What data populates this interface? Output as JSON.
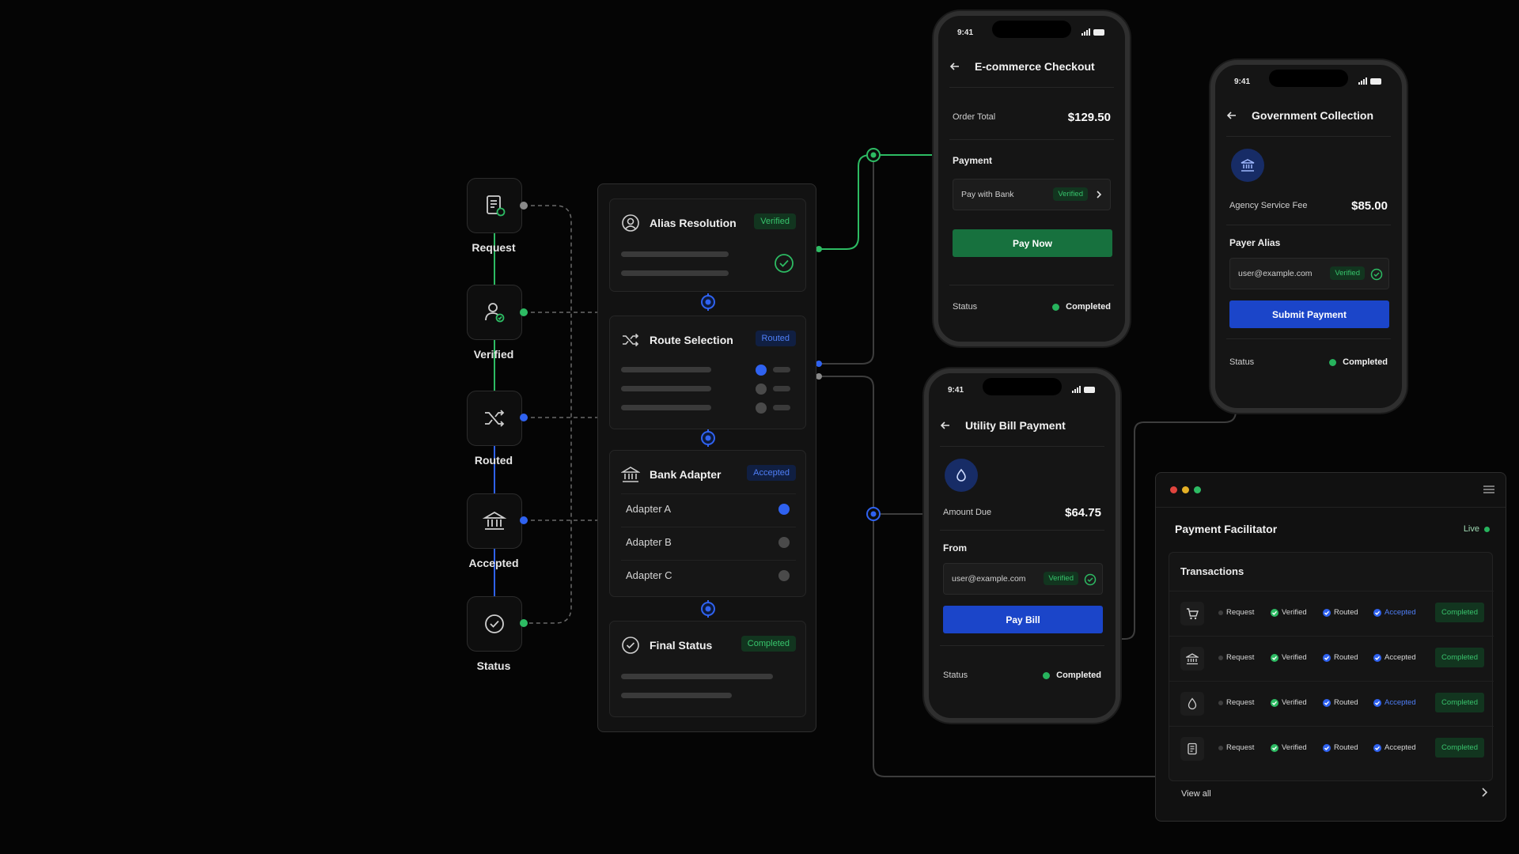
{
  "steps": [
    {
      "label": "Request",
      "icon": "document-icon",
      "dot": "#8a8a8a"
    },
    {
      "label": "Verified",
      "icon": "user-check-icon",
      "dot": "#2dbb63"
    },
    {
      "label": "Routed",
      "icon": "shuffle-icon",
      "dot": "#2f62f0"
    },
    {
      "label": "Accepted",
      "icon": "bank-icon",
      "dot": "#2f62f0"
    },
    {
      "label": "Status",
      "icon": "check-circle-icon",
      "dot": "#2dbb63"
    }
  ],
  "pipeline": {
    "alias": {
      "title": "Alias Resolution",
      "badge": "Verified"
    },
    "route": {
      "title": "Route Selection",
      "badge": "Routed"
    },
    "adapter": {
      "title": "Bank Adapter",
      "badge": "Accepted",
      "rows": [
        "Adapter A",
        "Adapter B",
        "Adapter C"
      ]
    },
    "final": {
      "title": "Final Status",
      "badge": "Completed"
    }
  },
  "ecommerce": {
    "time": "9:41",
    "title": "E-commerce Checkout",
    "order_label": "Order Total",
    "order_amount": "$129.50",
    "payment_label": "Payment",
    "method": "Pay with Bank",
    "method_badge": "Verified",
    "button": "Pay Now",
    "status_label": "Status",
    "status_value": "Completed"
  },
  "government": {
    "time": "9:41",
    "title": "Government Collection",
    "fee_label": "Agency Service Fee",
    "fee_amount": "$85.00",
    "alias_label": "Payer Alias",
    "alias_value": "user@example.com",
    "alias_badge": "Verified",
    "button": "Submit Payment",
    "status_label": "Status",
    "status_value": "Completed"
  },
  "utility": {
    "time": "9:41",
    "title": "Utility Bill Payment",
    "amount_label": "Amount Due",
    "amount": "$64.75",
    "from_label": "From",
    "from_value": "user@example.com",
    "from_badge": "Verified",
    "button": "Pay Bill",
    "status_label": "Status",
    "status_value": "Completed"
  },
  "facilitator": {
    "title": "Payment Facilitator",
    "live": "Live",
    "transactions_title": "Transactions",
    "view_all": "View all",
    "step_names": [
      "Request",
      "Verified",
      "Routed",
      "Accepted"
    ],
    "rows": [
      {
        "icon": "cart-icon",
        "accepted_highlight": true,
        "status": "Completed"
      },
      {
        "icon": "bank-icon",
        "accepted_highlight": false,
        "status": "Completed"
      },
      {
        "icon": "drop-icon",
        "accepted_highlight": true,
        "status": "Completed"
      },
      {
        "icon": "document-icon",
        "accepted_highlight": false,
        "status": "Completed"
      }
    ]
  },
  "colors": {
    "green": "#2dbb63",
    "blue": "#2f62f0",
    "grey": "#8a8a8a",
    "background": "#050505"
  }
}
